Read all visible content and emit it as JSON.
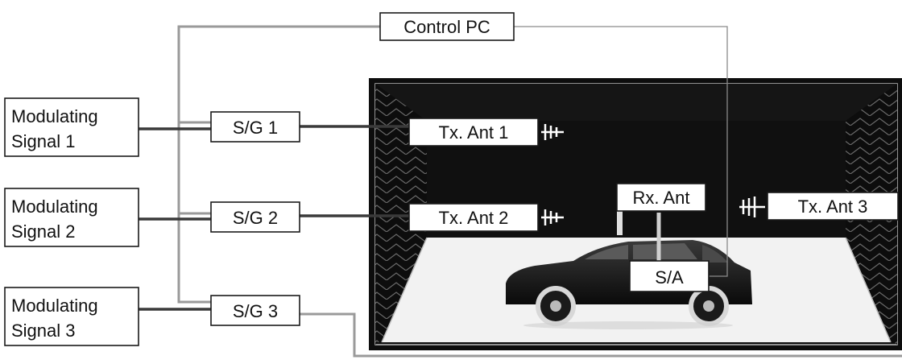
{
  "control_pc": "Control PC",
  "modulating_signals": [
    {
      "line1": "Modulating",
      "line2": "Signal 1"
    },
    {
      "line1": "Modulating",
      "line2": "Signal 2"
    },
    {
      "line1": "Modulating",
      "line2": "Signal 3"
    }
  ],
  "signal_generators": [
    "S/G 1",
    "S/G 2",
    "S/G 3"
  ],
  "antennas": {
    "tx1": "Tx. Ant 1",
    "tx2": "Tx. Ant 2",
    "tx3": "Tx. Ant 3",
    "rx": "Rx. Ant"
  },
  "spectrum_analyzer": "S/A",
  "colors": {
    "chamber_bg": "#0d0d0d",
    "floor": "#f2f2f2",
    "wire_dark": "#3a3a3a",
    "wire_grey": "#9a9a9a"
  }
}
